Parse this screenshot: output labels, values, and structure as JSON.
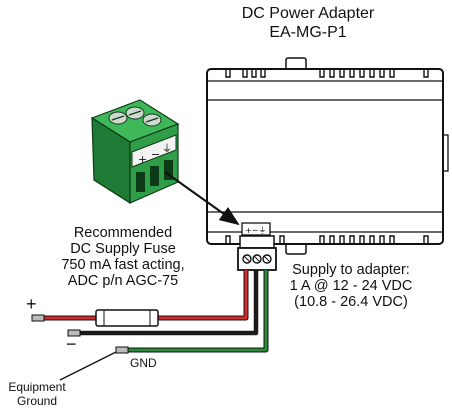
{
  "title": {
    "line1": "DC Power Adapter",
    "line2": "EA-MG-P1"
  },
  "fuse_note": {
    "line1": "Recommended",
    "line2": "DC Supply Fuse",
    "line3": "750 mA fast acting,",
    "line4": "ADC p/n AGC-75"
  },
  "supply_note": {
    "line1": "Supply to adapter:",
    "line2": "1 A @ 12 - 24 VDC",
    "line3": "(10.8 - 26.4 VDC)"
  },
  "wires": {
    "plus": "+",
    "minus": "−",
    "gnd": "GND"
  },
  "ground_note": {
    "line1": "Equipment",
    "line2": "Ground"
  },
  "colors": {
    "connector_green": "#2e9e48",
    "wire_red": "#d42a2a",
    "wire_green": "#2a8a3a",
    "wire_black": "#1a1a1a"
  }
}
